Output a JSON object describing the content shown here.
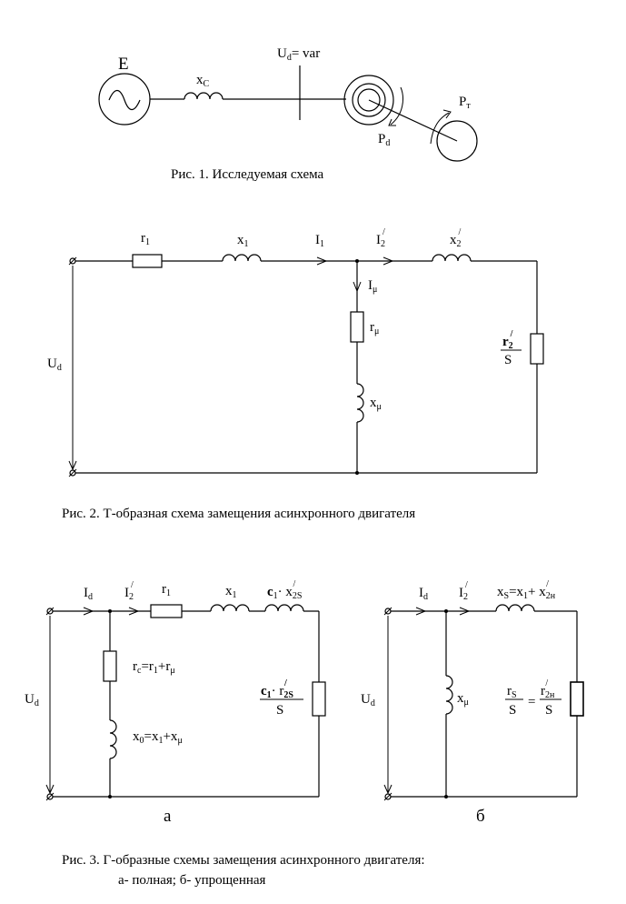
{
  "fig1": {
    "source_label": "E",
    "xc_main": "x",
    "xc_sub": "C",
    "ud_main": "U",
    "ud_sub": "d",
    "ud_rest": "= var",
    "pt_main": "P",
    "pt_sub": "т",
    "pd_main": "P",
    "pd_sub": "d",
    "caption": "Рис. 1. Исследуемая схема"
  },
  "fig2": {
    "r1_main": "r",
    "r1_sub": "1",
    "x1_main": "x",
    "x1_sub": "1",
    "i1_main": "I",
    "i1_sub": "1",
    "i2_main": "I",
    "i2_sub": "2",
    "i2_sup": "/",
    "x2_main": "x",
    "x2_sub": "2",
    "x2_sup": "/",
    "imu_main": "I",
    "imu_sub": "μ",
    "rmu_main": "r",
    "rmu_sub": "μ",
    "xmu_main": "x",
    "xmu_sub": "μ",
    "ud_main": "U",
    "ud_sub": "d",
    "r2s_num_main": "r",
    "r2s_num_sub": "2",
    "r2s_num_sup": "/",
    "r2s_den": "S",
    "caption": "Рис. 2. Т-образная схема замещения асинхронного двигателя"
  },
  "fig3a": {
    "id_main": "I",
    "id_sub": "d",
    "i2_main": "I",
    "i2_sub": "2",
    "i2_sup": "/",
    "r1_main": "r",
    "r1_sub": "1",
    "x1_main": "x",
    "x1_sub": "1",
    "c1x_c": "c",
    "c1x_c_sub": "1",
    "c1x_dot": "· x",
    "c1x_sub": "2S",
    "c1x_sup": "/",
    "rc_main": "r",
    "rc_sub": "c",
    "rc_eq": "=r",
    "rc_sub2": "1",
    "rc_plus": "+r",
    "rc_sub3": "μ",
    "x0_main": "x",
    "x0_sub": "0",
    "x0_eq": "=x",
    "x0_sub2": "1",
    "x0_plus": "+x",
    "x0_sub3": "μ",
    "ud_main": "U",
    "ud_sub": "d",
    "frac_c": "c",
    "frac_c_sub": "1",
    "frac_dot": "· r",
    "frac_sub": "2S",
    "frac_sup": "/",
    "frac_den": "S",
    "letter": "а"
  },
  "fig3b": {
    "id_main": "I",
    "id_sub": "d",
    "i2_main": "I",
    "i2_sub": "2",
    "i2_sup": "/",
    "xs_main": "x",
    "xs_sub": "S",
    "xs_eq": "=x",
    "xs_sub2": "1",
    "xs_plus": "+ x",
    "xs_sub3": "2н",
    "xs_sup": "/",
    "ud_main": "U",
    "ud_sub": "d",
    "xmu_main": "x",
    "xmu_sub": "μ",
    "rs_main": "r",
    "rs_sub": "S",
    "rs_den": "S",
    "eq": "=",
    "r2n_main": "r",
    "r2n_sub": "2н",
    "r2n_sup": "/",
    "r2n_den": "S",
    "letter": "б"
  },
  "fig3_caption_line1": "Рис. 3. Г-образные схемы замещения асинхронного двигателя:",
  "fig3_caption_line2": "а- полная;  б- упрощенная"
}
